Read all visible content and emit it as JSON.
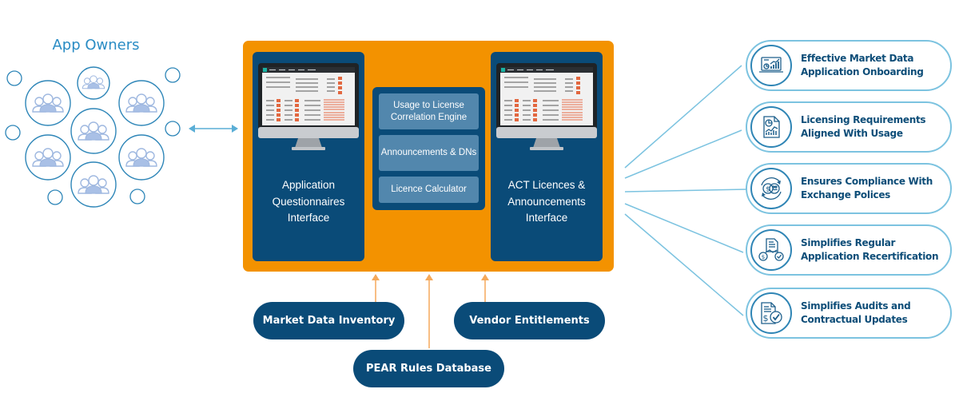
{
  "app_owners": {
    "title": "App Owners",
    "group_count": 7,
    "icon": "user-group-icon"
  },
  "core_platform": {
    "left_panel": {
      "label": "Application Questionnaires Interface",
      "icon": "monitor-dashboard-icon"
    },
    "engine": {
      "items": [
        {
          "label": "Usage to License Correlation Engine"
        },
        {
          "label": "Announcements & DNs"
        },
        {
          "label": "Licence Calculator"
        }
      ]
    },
    "right_panel": {
      "label": "ACT Licences & Announcements Interface",
      "icon": "monitor-dashboard-icon"
    }
  },
  "data_sources": [
    {
      "label": "Market Data Inventory"
    },
    {
      "label": "Vendor Entitlements"
    },
    {
      "label": "PEAR Rules Database"
    }
  ],
  "benefits": [
    {
      "label": "Effective Market Data Application Onboarding",
      "icon": "analytics-laptop-icon"
    },
    {
      "label": "Licensing Requirements Aligned With Usage",
      "icon": "report-document-icon"
    },
    {
      "label": "Ensures Compliance With Exchange Polices",
      "icon": "compliance-cycle-icon"
    },
    {
      "label": "Simplifies Regular Application Recertification",
      "icon": "handshake-agreement-icon"
    },
    {
      "label": "Simplifies Audits and Contractual Updates",
      "icon": "audit-check-icon"
    }
  ],
  "colors": {
    "orange": "#f39200",
    "navy": "#0a4b78",
    "engine_item": "#5287ad",
    "light_blue": "#7cc3e0",
    "title_blue": "#2a8cc4"
  }
}
